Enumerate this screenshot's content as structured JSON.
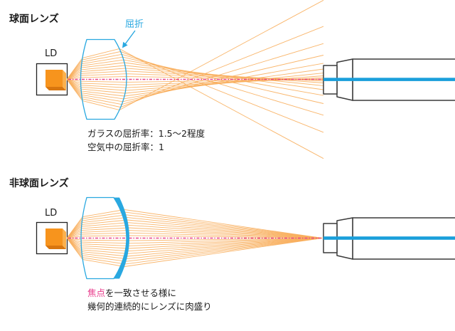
{
  "colors": {
    "lens_blue": "#29a8e0",
    "fiber_core_blue": "#1a9fdb",
    "ray_orange": "#f8ae5c",
    "optical_axis_pink": "#e8458b",
    "highlight_pink": "#e8388a",
    "diode_front": "#f7941d",
    "diode_side": "#fbb04c",
    "diode_bottom": "#d8760f"
  },
  "sections": [
    {
      "title": "球面レンズ",
      "source_label": "LD",
      "callout": "屈折",
      "notes": [
        "ガラスの屈折率：1.5～2程度",
        "空気中の屈折率：1"
      ]
    },
    {
      "title": "非球面レンズ",
      "source_label": "LD",
      "note_line1_highlight": "焦点",
      "note_line1_rest": "を一致させる様に",
      "note_line2": "幾何的連続的にレンズに肉盛り"
    }
  ]
}
